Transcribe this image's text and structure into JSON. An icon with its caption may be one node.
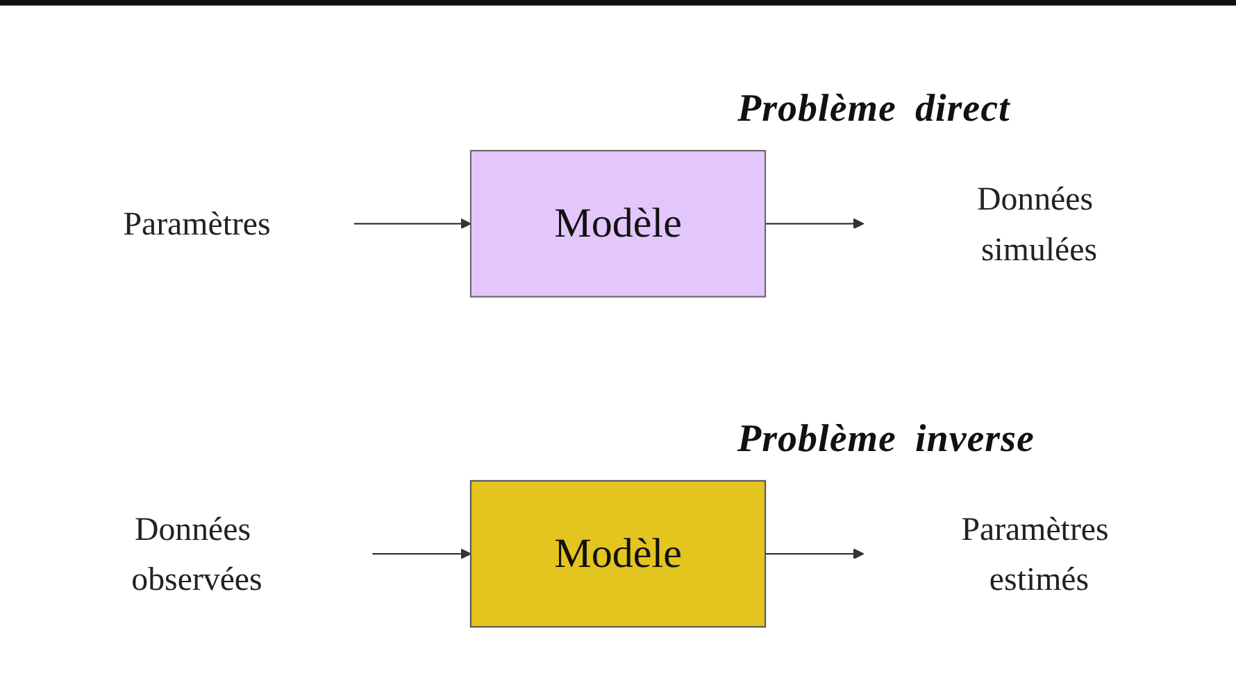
{
  "diagram": {
    "nodes": [
      {
        "text": [
          "Paramètres"
        ]
      },
      {
        "text": [
          "Modèle"
        ]
      },
      {
        "text": [
          "Données simulées"
        ]
      },
      {
        "text": [
          "Paramètres estimés"
        ]
      },
      {
        "text": [
          "Modèle"
        ]
      },
      {
        "text": [
          "Données observées"
        ]
      }
    ],
    "edges": [
      {
        "from": 0,
        "to": 1,
        "arrow": "to"
      },
      {
        "from": 1,
        "to": 2,
        "arrow": "to"
      },
      {
        "from": 4,
        "to": 3,
        "arrow": "to"
      },
      {
        "from": 5,
        "to": 4,
        "arrow": "to"
      }
    ],
    "labels": [
      "Problème direct",
      "Problème inverse"
    ]
  }
}
